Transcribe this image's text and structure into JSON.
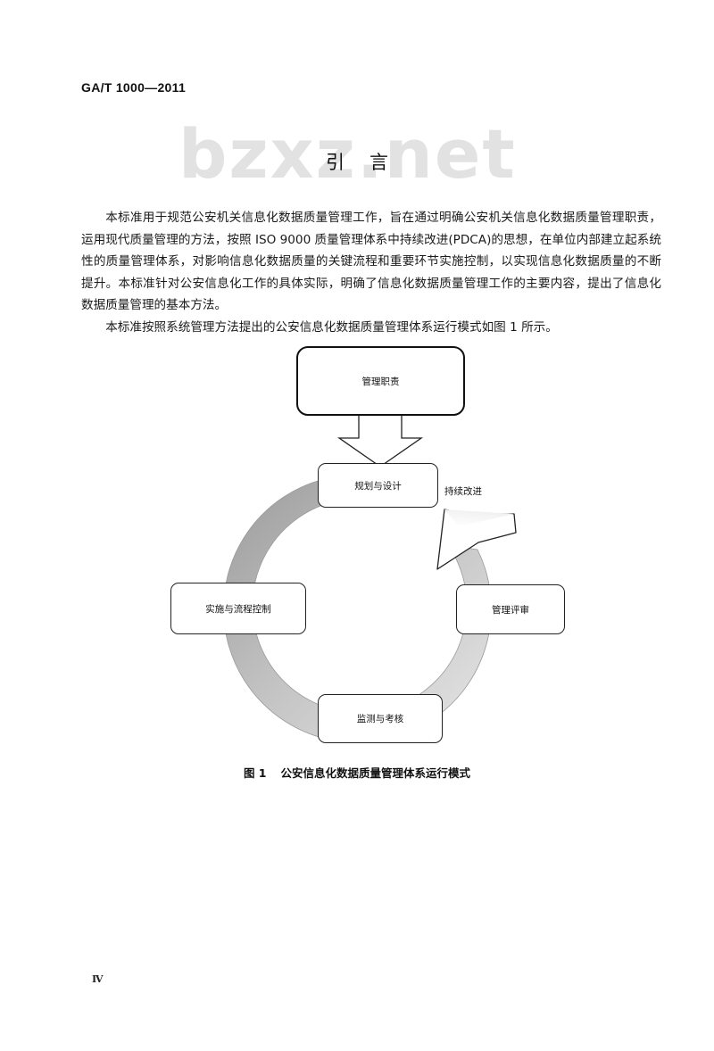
{
  "header": {
    "standard_code": "GA/T 1000—2011"
  },
  "watermark": {
    "text": "bzxz.net"
  },
  "section": {
    "title": "引言"
  },
  "paragraphs": [
    "本标准用于规范公安机关信息化数据质量管理工作，旨在通过明确公安机关信息化数据质量管理职责，运用现代质量管理的方法，按照 ISO 9000 质量管理体系中持续改进(PDCA)的思想，在单位内部建立起系统性的质量管理体系，对影响信息化数据质量的关键流程和重要环节实施控制，以实现信息化数据质量的不断提升。本标准针对公安信息化工作的具体实际，明确了信息化数据质量管理工作的主要内容，提出了信息化数据质量管理的基本方法。",
    "本标准按照系统管理方法提出的公安信息化数据质量管理体系运行模式如图 1 所示。"
  ],
  "figure": {
    "boxes": {
      "top": "管理职责",
      "plan": "规划与设计",
      "implement": "实施与流程控制",
      "review": "管理评审",
      "monitor": "监测与考核"
    },
    "cycle_label": "持续改进",
    "caption_number": "图 1",
    "caption_text": "公安信息化数据质量管理体系运行模式"
  },
  "footer": {
    "page_number": "Ⅳ"
  }
}
